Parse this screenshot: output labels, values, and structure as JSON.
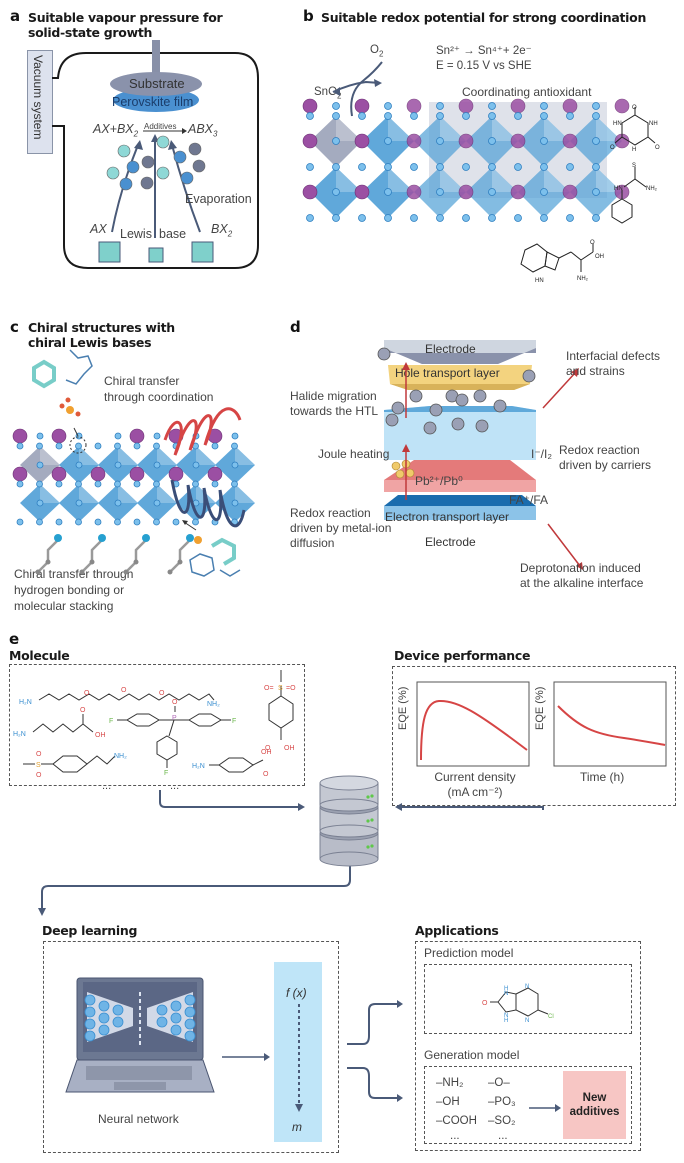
{
  "panel_a": {
    "label": "a",
    "title_line1": "Suitable vapour pressure for",
    "title_line2": "solid-state growth",
    "vacuum_system": "Vacuum system",
    "substrate": "Substrate",
    "perovskite_film": "Perovskite film",
    "reaction_left": "AX+BX",
    "reaction_left_sub": "2",
    "reaction_arrow_label": "Additives",
    "reaction_right": "ABX",
    "reaction_right_sub": "3",
    "evaporation": "Evaporation",
    "source_ax": "AX",
    "source_lewis_1": "Lewis",
    "source_lewis_2": "base",
    "source_bx2": "BX",
    "source_bx2_sub": "2"
  },
  "panel_b": {
    "label": "b",
    "title": "Suitable redox potential for strong coordination",
    "o2": "O",
    "o2_sub": "2",
    "sno2": "SnO",
    "sno2_sub": "2",
    "equation_line1": "Sn²⁺ → Sn⁴⁺+ 2e⁻",
    "equation_line2": "E = 0.15 V vs SHE",
    "coordinating_antioxidant": "Coordinating antioxidant",
    "molecules": [
      "cyanuric acid",
      "phenylthiourea",
      "tryptophan"
    ]
  },
  "panel_c": {
    "label": "c",
    "title_line1": "Chiral structures with",
    "title_line2": "chiral Lewis bases",
    "coordination_line1": "Chiral transfer",
    "coordination_line2": "through coordination",
    "hbond_line1": "Chiral transfer through",
    "hbond_line2": "hydrogen bonding or",
    "hbond_line3": "molecular stacking"
  },
  "panel_d": {
    "label": "d",
    "electrode_top": "Electrode",
    "htl": "Hole transport layer",
    "etl": "Electron transport layer",
    "electrode_bottom": "Electrode",
    "interfacial_line1": "Interfacial defects",
    "interfacial_line2": "and strains",
    "halide_line1": "Halide migration",
    "halide_line2": "towards the HTL",
    "joule": "Joule heating",
    "iodide": "I⁻/I₂",
    "redox_carriers_line1": "Redox reaction",
    "redox_carriers_line2": "driven by carriers",
    "pb": "Pb²⁺/Pb⁰",
    "fa": "FA⁺/FA",
    "redox_metal_line1": "Redox reaction",
    "redox_metal_line2": "driven by metal-ion",
    "redox_metal_line3": "diffusion",
    "deprot_line1": "Deprotonation induced",
    "deprot_line2": "at the alkaline interface"
  },
  "panel_e": {
    "label": "e",
    "molecule_title": "Molecule",
    "molecule_ellipsis": "...",
    "device_title": "Device performance",
    "plot1_ylabel": "EQE (%)",
    "plot1_xlabel_line1": "Current density",
    "plot1_xlabel_line2": "(mA cm⁻²)",
    "plot2_ylabel": "EQE (%)",
    "plot2_xlabel": "Time (h)",
    "deep_learning_title": "Deep learning",
    "neural_network": "Neural network",
    "fx": "f (x)",
    "m": "m",
    "applications_title": "Applications",
    "prediction_model": "Prediction model",
    "generation_model": "Generation model",
    "groups_col1": [
      "–NH₂",
      "–OH",
      "–COOH",
      "..."
    ],
    "groups_col2": [
      "–O–",
      "–PO₃",
      "–SO₂",
      "..."
    ],
    "new_additives_line1": "New",
    "new_additives_line2": "additives"
  },
  "colors": {
    "perovskite_blue": "#4f9fd6",
    "a_site_purple": "#9b4fa3",
    "redox_arrow_red": "#c0393b",
    "htl_yellow": "#f3d37f",
    "etl_red": "#e47a7a",
    "bulk_blue": "#bfe3f7",
    "new_additives_bg": "#f7c6c4",
    "fx_panel_bg": "#bfe5f8",
    "connector": "#4a5a78"
  }
}
